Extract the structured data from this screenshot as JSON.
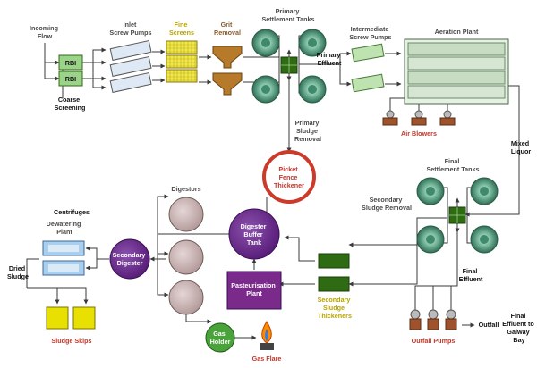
{
  "labels": {
    "incoming_flow": [
      "Incoming",
      "Flow"
    ],
    "rbi": "RBI",
    "coarse_screening": [
      "Coarse",
      "Screening"
    ],
    "inlet_screw_pumps": [
      "Inlet",
      "Screw Pumps"
    ],
    "fine_screens": [
      "Fine",
      "Screens"
    ],
    "grit_removal": [
      "Grit",
      "Removal"
    ],
    "primary_settlement_tanks": [
      "Primary",
      "Settlement Tanks"
    ],
    "primary_effluent": [
      "Primary",
      "Effluent"
    ],
    "intermediate_screw_pumps": [
      "Intermediate",
      "Screw Pumps"
    ],
    "aeration_plant": "Aeration Plant",
    "air_blowers": "Air Blowers",
    "mixed_liquor": [
      "Mixed",
      "Liquor"
    ],
    "primary_sludge_removal": [
      "Primary",
      "Sludge",
      "Removal"
    ],
    "picket_fence_thickener": [
      "Picket",
      "Fence",
      "Thickener"
    ],
    "final_settlement_tanks": [
      "Final",
      "Settlement Tanks"
    ],
    "secondary_sludge_removal": [
      "Secondary",
      "Sludge Removal"
    ],
    "digestors": "Digestors",
    "digester_buffer_tank": [
      "Digester",
      "Buffer",
      "Tank"
    ],
    "centrifuges": "Centrifuges",
    "dewatering_plant": [
      "Dewatering",
      "Plant"
    ],
    "secondary_digester": [
      "Secondary",
      "Digester"
    ],
    "dried_sludge": [
      "Dried",
      "Sludge"
    ],
    "pasteurisation_plant": [
      "Pasteurisation",
      "Plant"
    ],
    "secondary_sludge_thickeners": [
      "Secondary",
      "Sludge",
      "Thickeners"
    ],
    "final_effluent": [
      "Final",
      "Effluent"
    ],
    "outfall": "Outfall",
    "final_effluent_to_galway_bay": [
      "Final",
      "Effluent to",
      "Galway",
      "Bay"
    ],
    "outfall_pumps": "Outfall Pumps",
    "sludge_skips": "Sludge Skips",
    "gas_holder": [
      "Gas",
      "Holder"
    ],
    "gas_flare": "Gas Flare"
  },
  "colors": {
    "line": "#3a3a3a",
    "tank_green": "#3f8a6a",
    "pump_green": "#bfe3b0",
    "screen_yellow": "#f2e84a",
    "grit_brown": "#b67a2a",
    "thickener_red": "#cc3b2a",
    "digester_mauve": "#c9b2b2",
    "purple": "#6a2a8a",
    "dark_green": "#2f6b12",
    "skip_yellow": "#e8e000",
    "blue": "#9ec3e6"
  }
}
